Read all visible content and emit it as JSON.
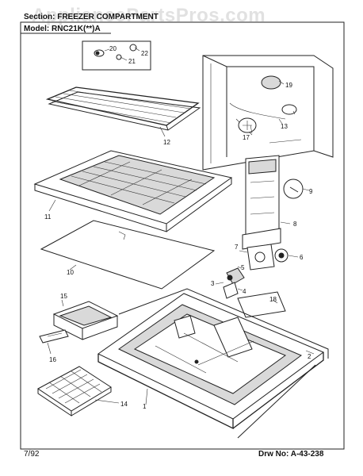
{
  "header": {
    "section": "Section: FREEZER COMPARTMENT",
    "model": "Model: RNC21K(**)A"
  },
  "footer": {
    "date": "7/92",
    "drawing_number": "Drw No: A-43-238"
  },
  "watermark": "AppliancePartsPros.com",
  "callouts": [
    "1",
    "2",
    "3",
    "4",
    "5",
    "6",
    "7",
    "8",
    "9",
    "10",
    "11",
    "12",
    "13",
    "14",
    "15",
    "16",
    "17",
    "18",
    "19",
    "20",
    "21",
    "22"
  ],
  "colors": {
    "line": "#222222",
    "watermark": "#bdbdbd"
  }
}
